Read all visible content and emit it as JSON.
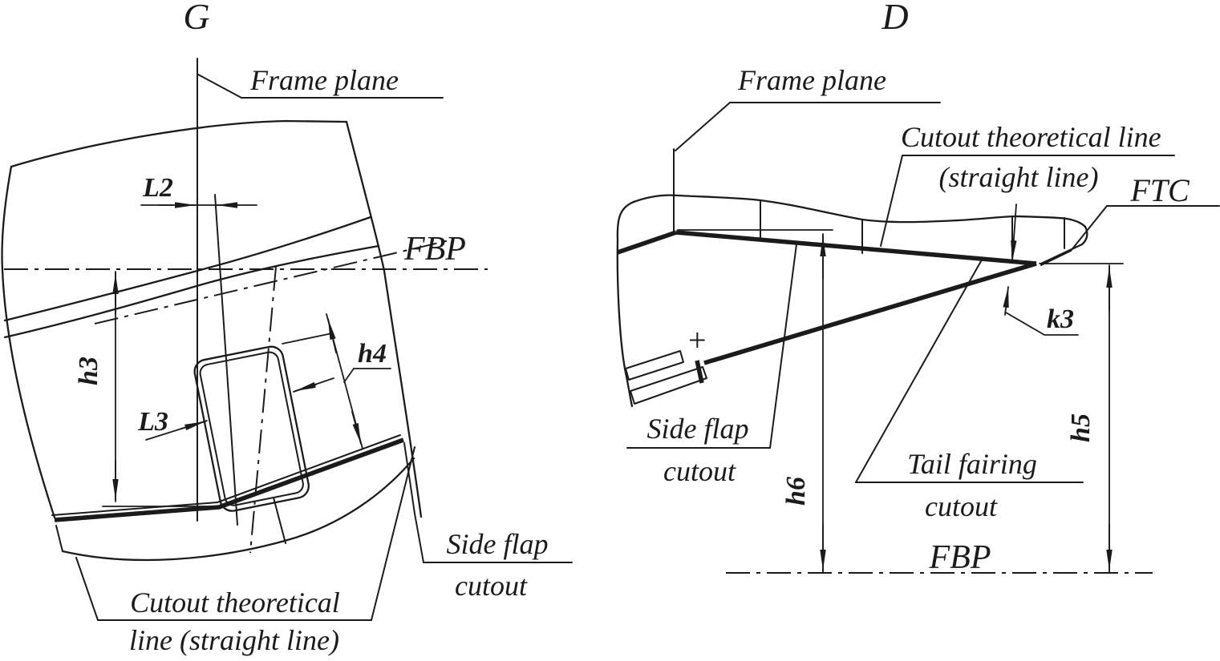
{
  "colors": {
    "background": "#ffffff",
    "line": "#1b1b1b"
  },
  "views": {
    "left": {
      "view_label": "G",
      "frame_plane_label": "Frame plane",
      "fbp_label": "FBP",
      "side_flap_cutout_label_line1": "Side flap",
      "side_flap_cutout_label_line2": "cutout",
      "cutout_theoretical_label_line1": "Cutout theoretical",
      "cutout_theoretical_label_line2": "line (straight line)",
      "dim_L2": "L2",
      "dim_h3": "h3",
      "dim_h4": "h4",
      "dim_L3": "L3"
    },
    "right": {
      "view_label": "D",
      "frame_plane_label": "Frame plane",
      "cutout_theoretical_label_line1": "Cutout theoretical line",
      "cutout_theoretical_label_line2": "(straight line)",
      "ftc_label": "FTC",
      "side_flap_cutout_label_line1": "Side flap",
      "side_flap_cutout_label_line2": "cutout",
      "tail_fairing_cutout_label_line1": "Tail fairing",
      "tail_fairing_cutout_label_line2": "cutout",
      "fbp_label": "FBP",
      "plus_marker": "+",
      "dim_k3": "k3",
      "dim_h5": "h5",
      "dim_h6": "h6"
    }
  }
}
